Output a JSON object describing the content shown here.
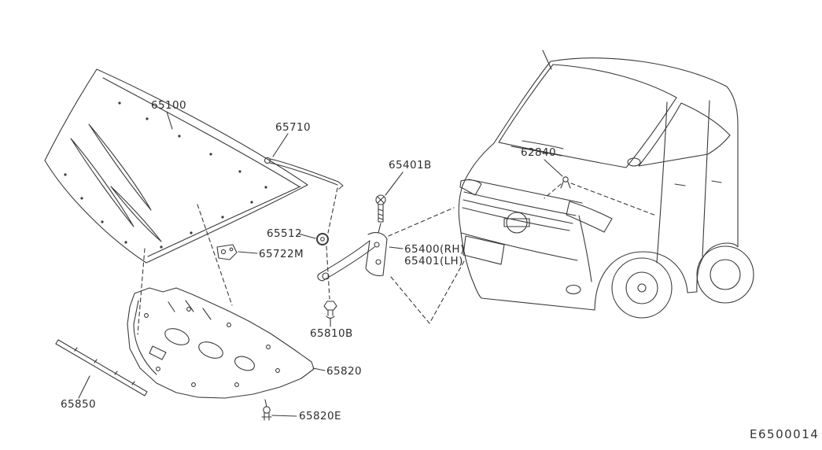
{
  "diagram": {
    "code": "E6500014"
  },
  "part_labels": {
    "hood": "65100",
    "hood_rod": "65710",
    "hinge_bolt": "65401B",
    "cowl_top_clip": "62840",
    "rod_grommet": "65512",
    "rod_clamp": "65722M",
    "hinge_rh": "65400(RH)",
    "hinge_lh": "65401(LH)",
    "stud_clip": "65810B",
    "hood_insulator": "65820",
    "front_seal": "65850",
    "insulator_clip": "65820E"
  },
  "colors": {
    "line": "#3a3a3a",
    "background": "#ffffff",
    "text": "#2e2e2e"
  }
}
